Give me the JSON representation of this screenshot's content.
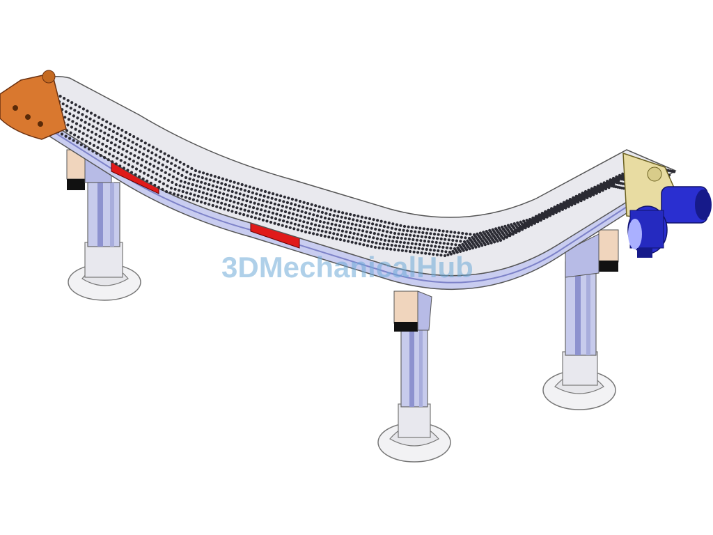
{
  "watermark": {
    "text": "3DMechanicalHub"
  },
  "model": {
    "name": "curved-plastic-chain-conveyor",
    "legs": 3,
    "colors": {
      "frame": "#c9cdf0",
      "frame_dark": "#7d82c8",
      "chain_top": "#e9e9ee",
      "chain_dot": "#2b2b33",
      "leg": "#c7cbec",
      "leg_shade": "#8d92cf",
      "foot": "#f2f2f4",
      "bracket": "#f0d5bd",
      "bracket_black": "#111111",
      "red_patch": "#e01a1a",
      "tail_idler": "#d9782f",
      "head_sprocket": "#e8dca2",
      "motor": "#2a2fd0",
      "motor_dark": "#161a8a",
      "gearbox": "#aab0ff"
    }
  }
}
